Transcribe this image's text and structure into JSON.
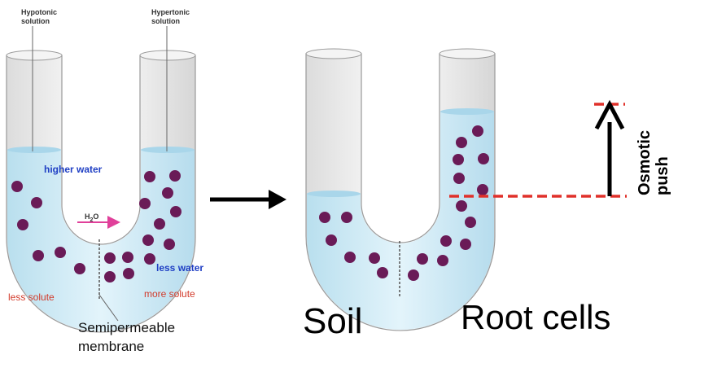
{
  "left_diagram": {
    "hypotonic_label": [
      "Hypotonic",
      "solution"
    ],
    "hypertonic_label": [
      "Hypertonic",
      "solution"
    ],
    "higher_water": "higher water",
    "water_label_main": "H",
    "water_label_sub": "2",
    "water_label_end": "O",
    "less_water": "less water",
    "less_solute": "less solute",
    "more_solute": "more solute",
    "membrane_label": [
      "Semipermeable",
      "membrane"
    ]
  },
  "right_diagram": {
    "soil_label": "Soil",
    "root_cells_label": "Root cells",
    "osmotic_label": [
      "Osmotic",
      "push"
    ]
  },
  "colors": {
    "solution": "#cfe9f5",
    "solute": "#6a1b57",
    "blue_text": "#1f3fc4",
    "red_text": "#d23a2a",
    "dash_line": "#e0302a",
    "arrow_h2o": "#e0409a"
  }
}
